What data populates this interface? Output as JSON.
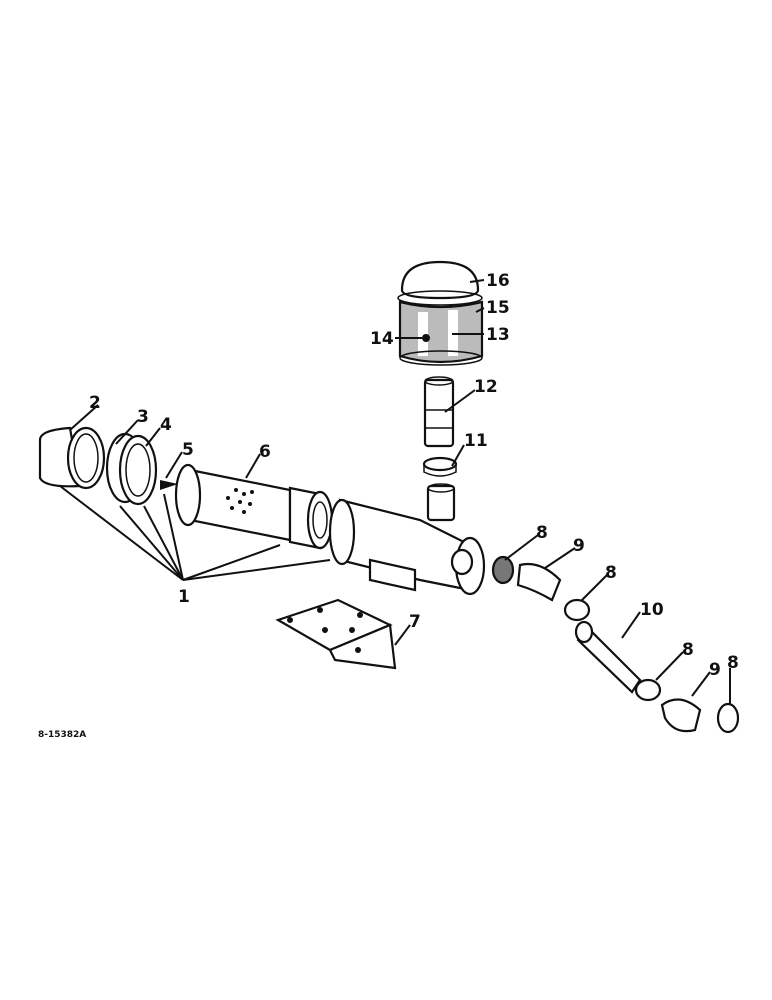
{
  "diagram": {
    "type": "exploded-parts-diagram",
    "subject": "air cleaner assembly",
    "figure_code": "8-15382A",
    "callouts": [
      {
        "id": "1",
        "label": "1"
      },
      {
        "id": "2",
        "label": "2"
      },
      {
        "id": "3",
        "label": "3"
      },
      {
        "id": "4",
        "label": "4"
      },
      {
        "id": "5",
        "label": "5"
      },
      {
        "id": "6",
        "label": "6"
      },
      {
        "id": "7",
        "label": "7"
      },
      {
        "id": "8a",
        "label": "8"
      },
      {
        "id": "9a",
        "label": "9"
      },
      {
        "id": "8b",
        "label": "8"
      },
      {
        "id": "10",
        "label": "10"
      },
      {
        "id": "8c",
        "label": "8"
      },
      {
        "id": "9b",
        "label": "9"
      },
      {
        "id": "8d",
        "label": "8"
      },
      {
        "id": "11",
        "label": "11"
      },
      {
        "id": "12",
        "label": "12"
      },
      {
        "id": "13",
        "label": "13"
      },
      {
        "id": "14",
        "label": "14"
      },
      {
        "id": "15",
        "label": "15"
      },
      {
        "id": "16",
        "label": "16"
      }
    ]
  }
}
